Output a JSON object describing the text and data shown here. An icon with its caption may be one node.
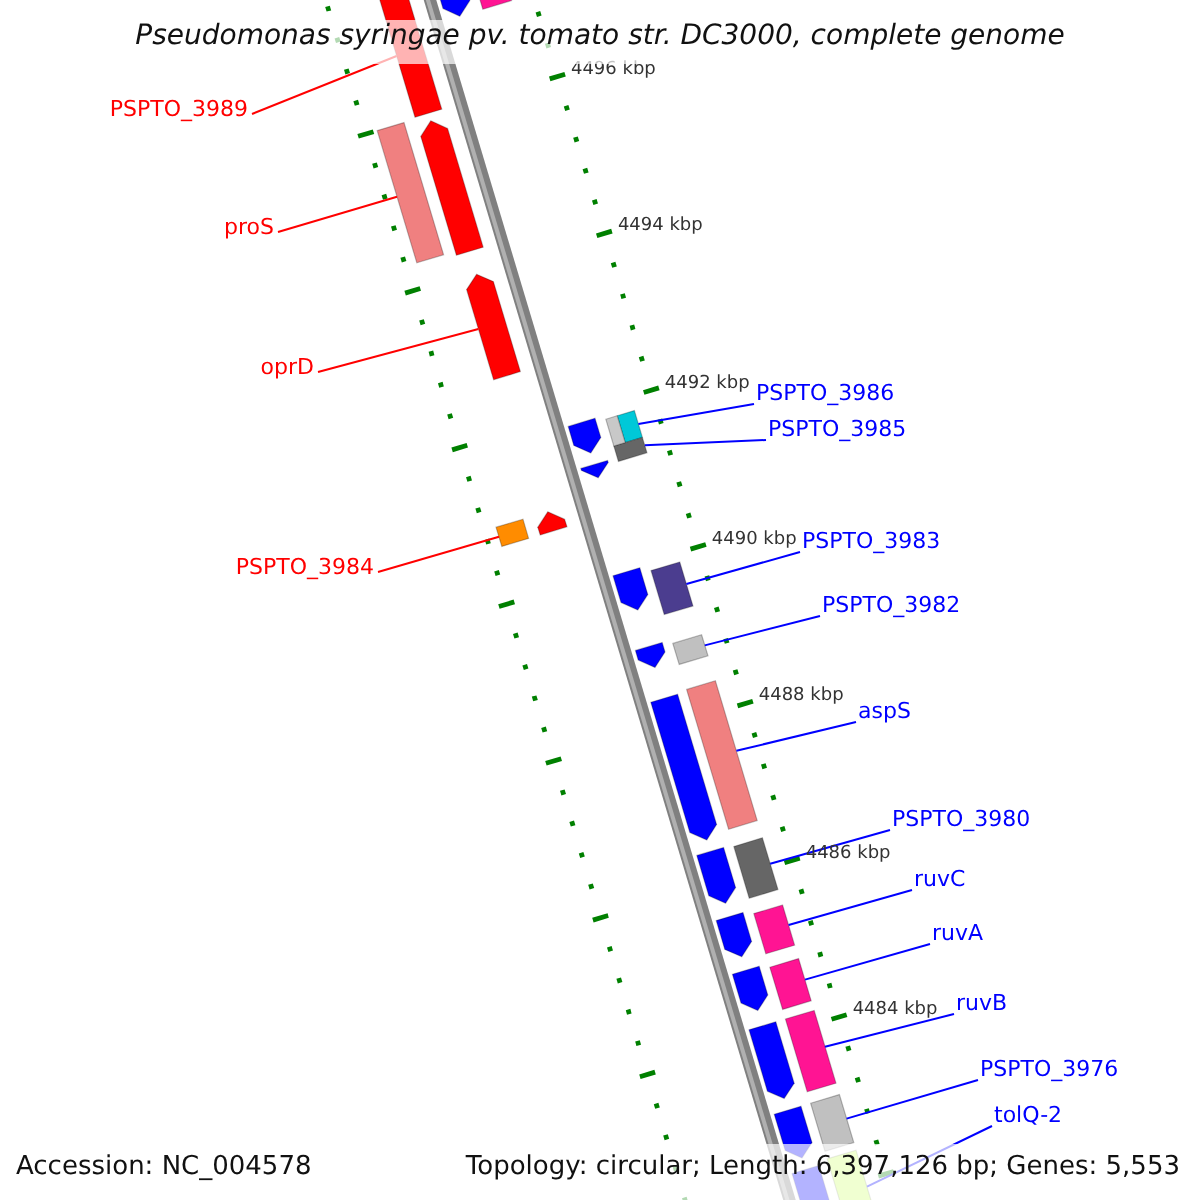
{
  "diagram": {
    "title": "Pseudomonas syringae pv. tomato str. DC3000, complete genome",
    "nodes": [
      {
        "text": [
          "PSPTO_3989"
        ]
      },
      {
        "text": [
          "proS"
        ]
      },
      {
        "text": [
          "oprD"
        ]
      },
      {
        "text": [
          "PSPTO_3984"
        ]
      },
      {
        "text": [
          "PSPTO_3986"
        ]
      },
      {
        "text": [
          "PSPTO_3985"
        ]
      },
      {
        "text": [
          "PSPTO_3983"
        ]
      },
      {
        "text": [
          "PSPTO_3982"
        ]
      },
      {
        "text": [
          "aspS"
        ]
      },
      {
        "text": [
          "PSPTO_3980"
        ]
      },
      {
        "text": [
          "ruvC"
        ]
      },
      {
        "text": [
          "ruvA"
        ]
      },
      {
        "text": [
          "ruvB"
        ]
      },
      {
        "text": [
          "PSPTO_3976"
        ]
      },
      {
        "text": [
          "tolQ-2"
        ]
      },
      {
        "text": [],
        "shape": "bar"
      },
      {
        "text": [],
        "shape": "bar"
      },
      {
        "text": [],
        "shape": "bar"
      },
      {
        "text": [],
        "shape": "bar"
      },
      {
        "text": [],
        "shape": "bar"
      },
      {
        "text": [],
        "shape": "bar"
      },
      {
        "text": [],
        "shape": "bar"
      },
      {
        "text": [],
        "shape": "bar"
      },
      {
        "text": [],
        "shape": "bar"
      },
      {
        "text": [],
        "shape": "bar"
      },
      {
        "text": [],
        "shape": "bar"
      },
      {
        "text": [],
        "shape": "bar"
      },
      {
        "text": [],
        "shape": "bar"
      },
      {
        "text": [],
        "shape": "bar"
      },
      {
        "text": [],
        "shape": "bar"
      },
      {
        "text": [],
        "shape": "bar"
      },
      {
        "text": [],
        "shape": "bar"
      },
      {
        "text": [],
        "shape": "bar"
      },
      {
        "text": [],
        "shape": "bar"
      },
      {
        "text": [],
        "shape": "bar"
      },
      {
        "text": [],
        "shape": "bar"
      },
      {
        "text": [],
        "shape": "bar"
      },
      {
        "text": [],
        "shape": "bar"
      },
      {
        "text": [],
        "shape": "bar"
      },
      {
        "text": [],
        "shape": "bar"
      },
      {
        "text": [],
        "shape": "bar"
      },
      {
        "text": [],
        "shape": "bar"
      },
      {
        "text": [],
        "shape": "bar"
      },
      {
        "text": [],
        "shape": "bar"
      },
      {
        "text": [],
        "shape": "bar"
      },
      {
        "text": [],
        "shape": "bar"
      }
    ],
    "edges": [
      {
        "from": 0,
        "to": 15,
        "arrow": "none",
        "color": "#ff0000"
      },
      {
        "from": 1,
        "to": 16,
        "arrow": "none",
        "color": "#ff0000"
      },
      {
        "from": 2,
        "to": 17,
        "arrow": "none",
        "color": "#ff0000"
      },
      {
        "from": 3,
        "to": 18,
        "arrow": "none",
        "color": "#ff0000"
      },
      {
        "from": 4,
        "to": 19,
        "arrow": "none"
      },
      {
        "from": 5,
        "to": 20,
        "arrow": "none"
      },
      {
        "from": 6,
        "to": 21,
        "arrow": "none"
      },
      {
        "from": 7,
        "to": 22,
        "arrow": "none"
      },
      {
        "from": 8,
        "to": 23,
        "arrow": "none"
      },
      {
        "from": 9,
        "to": 24,
        "arrow": "none"
      },
      {
        "from": 10,
        "to": 25,
        "arrow": "none"
      },
      {
        "from": 11,
        "to": 26,
        "arrow": "none"
      },
      {
        "from": 12,
        "to": 27,
        "arrow": "none"
      },
      {
        "from": 13,
        "to": 28,
        "arrow": "none"
      },
      {
        "from": 14,
        "to": 29,
        "arrow": "none"
      }
    ],
    "labels": [
      "4496 kbp",
      "4494 kbp",
      "4492 kbp",
      "4490 kbp",
      "4488 kbp",
      "4486 kbp",
      "4484 kbp",
      "Accession: NC_004578",
      "Topology: circular; Length: 6,397,126 bp; Genes: 5,553"
    ]
  }
}
